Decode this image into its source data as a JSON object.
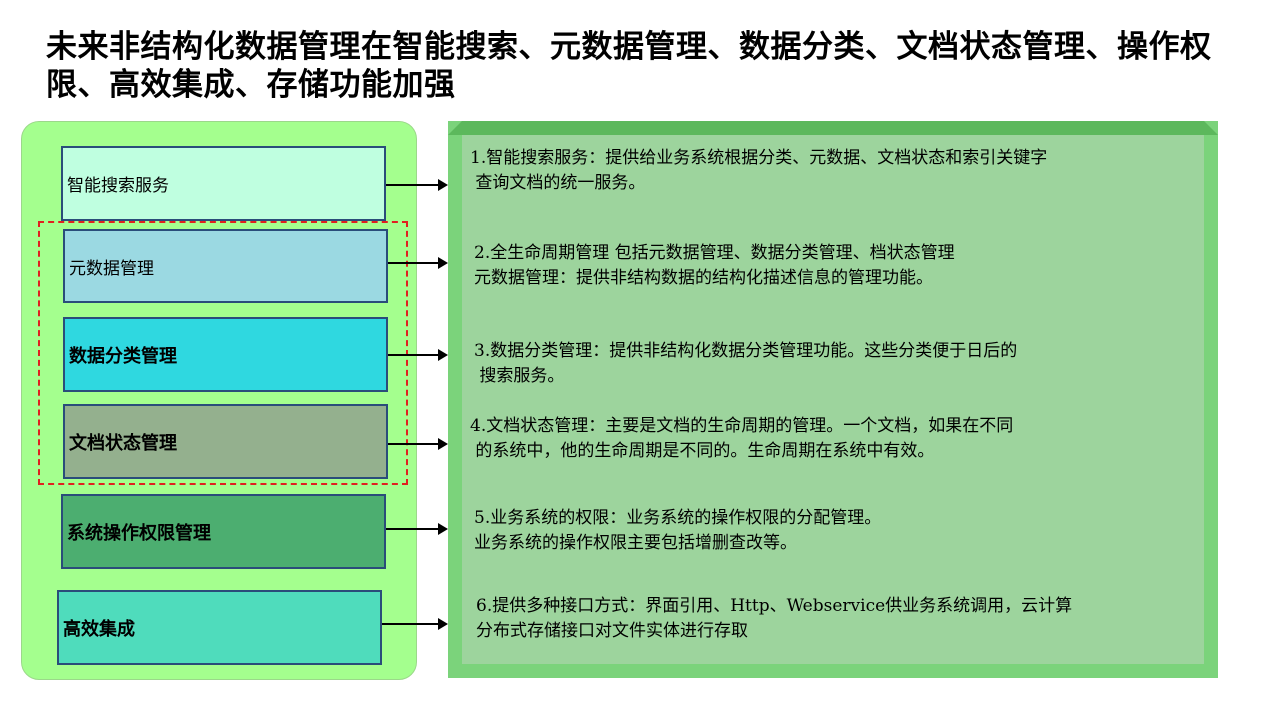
{
  "title": "未来非结构化数据管理在智能搜索、元数据管理、数据分类、文档状态管理、操作权限、高效集成、存储功能加强",
  "modules": [
    {
      "label": "智能搜索服务",
      "color": "#bfffe0"
    },
    {
      "label": "元数据管理",
      "color": "#9bd9e2"
    },
    {
      "label": "数据分类管理",
      "color": "#2fd8e0"
    },
    {
      "label": "文档状态管理",
      "color": "#94b08e"
    },
    {
      "label": "系统操作权限管理",
      "color": "#4cae70"
    },
    {
      "label": "高效集成",
      "color": "#4fdcbc"
    }
  ],
  "descriptions": [
    {
      "line1": "1.智能搜索服务：提供给业务系统根据分类、元数据、文档状态和索引关键字",
      "line2": " 查询文档的统一服务。"
    },
    {
      "line1": "2.全生命周期管理 包括元数据管理、数据分类管理、档状态管理",
      "line2": "元数据管理：提供非结构数据的结构化描述信息的管理功能。"
    },
    {
      "line1": "3.数据分类管理：提供非结构化数据分类管理功能。这些分类便于日后的",
      "line2": " 搜索服务。"
    },
    {
      "line1": "4.文档状态管理：主要是文档的生命周期的管理。一个文档，如果在不同",
      "line2": " 的系统中，他的生命周期是不同的。生命周期在系统中有效。"
    },
    {
      "line1": "5.业务系统的权限：业务系统的操作权限的分配管理。",
      "line2": "业务系统的操作权限主要包括增删查改等。"
    },
    {
      "line1": "6.提供多种接口方式：界面引用、Http、Webservice供业务系统调用，云计算",
      "line2": "分布式存储接口对文件实体进行存取"
    }
  ],
  "colors": {
    "left_panel": "#a4ff8e",
    "right_panel": "#9dd49d",
    "dashed_border": "#e02020"
  }
}
